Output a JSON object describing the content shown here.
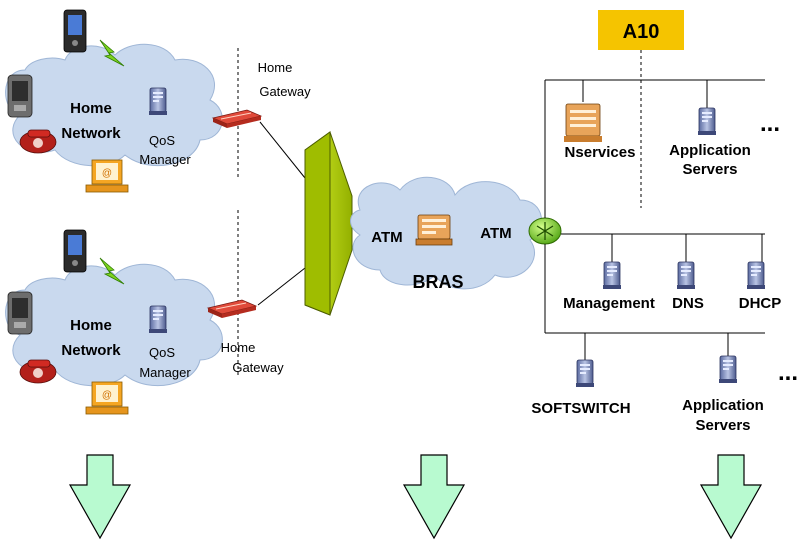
{
  "top_home": {
    "network_line1": "Home",
    "network_line2": "Network",
    "qos_line1": "QoS",
    "qos_line2": "Manager",
    "gateway_line1": "Home",
    "gateway_line2": "Gateway"
  },
  "bottom_home": {
    "network_line1": "Home",
    "network_line2": "Network",
    "qos_line1": "QoS",
    "qos_line2": "Manager",
    "gateway_line1": "Home",
    "gateway_line2": "Gateway"
  },
  "access": {
    "atm_left": "ATM",
    "atm_right": "ATM",
    "bras": "BRAS"
  },
  "core": {
    "a10": "A10",
    "nservices": "Nservices",
    "app_servers_top_line1": "Application",
    "app_servers_top_line2": "Servers",
    "ellipsis_top": "...",
    "management": "Management",
    "dns": "DNS",
    "dhcp": "DHCP",
    "softswitch": "SOFTSWITCH",
    "app_servers_bottom_line1": "Application",
    "app_servers_bottom_line2": "Servers",
    "ellipsis_bottom": "..."
  },
  "colors": {
    "cloud": "#c9d9ee",
    "cloud_edge": "#9fb6d6",
    "firewall": "#b5d200",
    "a10_box": "#f5c400",
    "arrow_fill": "#b8fad0",
    "router": "#7ed321",
    "modem": "#c0392b",
    "server": "#6b7fb0"
  },
  "icons": [
    "phone-icon",
    "lightning-icon",
    "pda-icon",
    "telephone-icon",
    "pc-icon",
    "server-icon",
    "modem-icon",
    "firewall-icon",
    "bras-icon",
    "router-icon"
  ]
}
